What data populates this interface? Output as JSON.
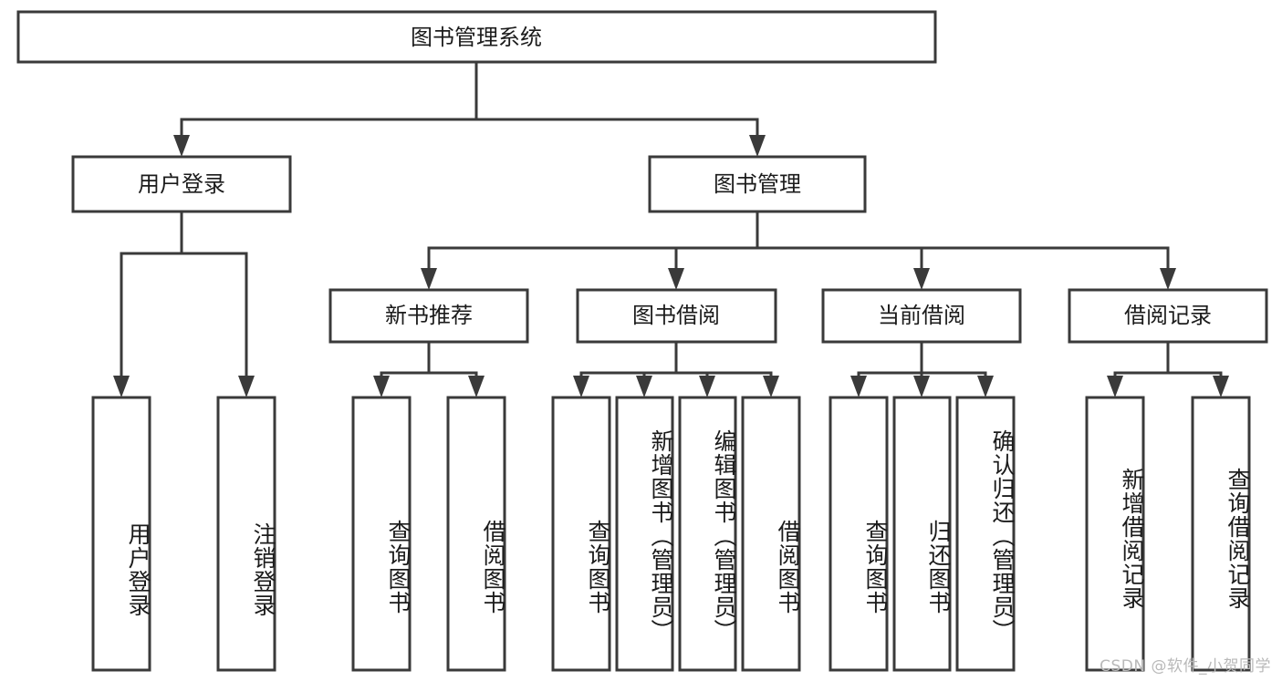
{
  "diagram": {
    "type": "tree-hierarchy",
    "title": "图书管理系统",
    "root": {
      "id": "root",
      "label": "图书管理系统"
    },
    "level2": [
      {
        "id": "user-login",
        "label": "用户登录"
      },
      {
        "id": "book-manage",
        "label": "图书管理"
      }
    ],
    "level3": [
      {
        "id": "new-book-recommend",
        "label": "新书推荐",
        "parent": "book-manage"
      },
      {
        "id": "book-borrow",
        "label": "图书借阅",
        "parent": "book-manage"
      },
      {
        "id": "current-borrow",
        "label": "当前借阅",
        "parent": "book-manage"
      },
      {
        "id": "borrow-record",
        "label": "借阅记录",
        "parent": "book-manage"
      }
    ],
    "leaves": [
      {
        "id": "leaf-user-login",
        "label": "用户登录",
        "parent": "user-login"
      },
      {
        "id": "leaf-user-logout",
        "label": "注销登录",
        "parent": "user-login"
      },
      {
        "id": "leaf-query-book-1",
        "label": "查询图书",
        "parent": "new-book-recommend"
      },
      {
        "id": "leaf-borrow-book-1",
        "label": "借阅图书",
        "parent": "new-book-recommend"
      },
      {
        "id": "leaf-query-book-2",
        "label": "查询图书",
        "parent": "book-borrow"
      },
      {
        "id": "leaf-add-book",
        "label": "新增图书（管理员）",
        "parent": "book-borrow"
      },
      {
        "id": "leaf-edit-book",
        "label": "编辑图书（管理员）",
        "parent": "book-borrow"
      },
      {
        "id": "leaf-borrow-book-2",
        "label": "借阅图书",
        "parent": "book-borrow"
      },
      {
        "id": "leaf-query-book-3",
        "label": "查询图书",
        "parent": "current-borrow"
      },
      {
        "id": "leaf-return-book",
        "label": "归还图书",
        "parent": "current-borrow"
      },
      {
        "id": "leaf-confirm-return",
        "label": "确认归还（管理员）",
        "parent": "current-borrow"
      },
      {
        "id": "leaf-add-record",
        "label": "新增借阅记录",
        "parent": "borrow-record"
      },
      {
        "id": "leaf-query-record",
        "label": "查询借阅记录",
        "parent": "borrow-record"
      }
    ],
    "colors": {
      "stroke": "#3a3a3a",
      "fill": "#ffffff",
      "text": "#1b1b1b",
      "watermark": "#b9b9b9"
    }
  },
  "watermark": {
    "text": "CSDN @软件_小贺同学"
  }
}
